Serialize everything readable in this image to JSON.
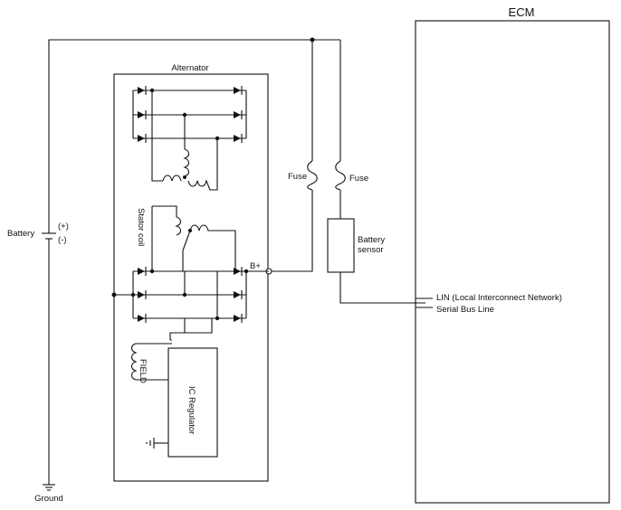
{
  "ecm": {
    "title": "ECM"
  },
  "alternator": {
    "title": "Alternator",
    "stator_label": "Stator coil",
    "field_label": "FIELD",
    "regulator_label": "IC Regulator",
    "output_terminal": "B+"
  },
  "battery": {
    "label": "Battery",
    "plus": "(+)",
    "minus": "(-)"
  },
  "ground": {
    "label": "Ground"
  },
  "fuses": [
    {
      "label": "Fuse"
    },
    {
      "label": "Fuse"
    }
  ],
  "battery_sensor": {
    "label_line1": "Battery",
    "label_line2": "sensor"
  },
  "lin": {
    "line1": "LIN (Local Interconnect Network)",
    "line2": "Serial Bus Line"
  }
}
